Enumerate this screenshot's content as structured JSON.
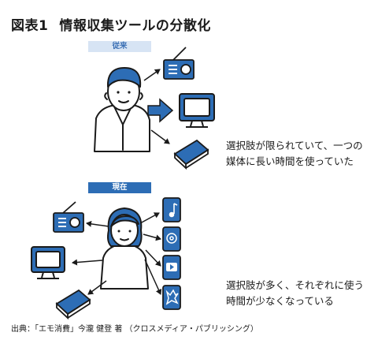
{
  "title": {
    "figure_no": "図表1",
    "text": "情報収集ツールの分散化"
  },
  "panels": {
    "old": {
      "tag": "従来",
      "caption_lines": [
        "選択肢が限られていて、一つの",
        "媒体に長い時間を使っていた"
      ]
    },
    "new": {
      "tag": "現在",
      "caption_lines": [
        "選択肢が多く、それぞれに使う",
        "時間が少なくなっている"
      ]
    }
  },
  "source": "出典：「エモ消費」今瀧 健登 著 （クロスメディア・パブリッシング）",
  "colors": {
    "accent_blue": "#2d6db5",
    "tag_light_bg": "#d7e4f4",
    "ink": "#1a1a1a"
  },
  "icons": [
    "radio-icon",
    "tv-icon",
    "book-icon",
    "smartphone-icon",
    "music-app-icon",
    "photo-app-icon",
    "video-app-icon",
    "game-app-icon"
  ]
}
